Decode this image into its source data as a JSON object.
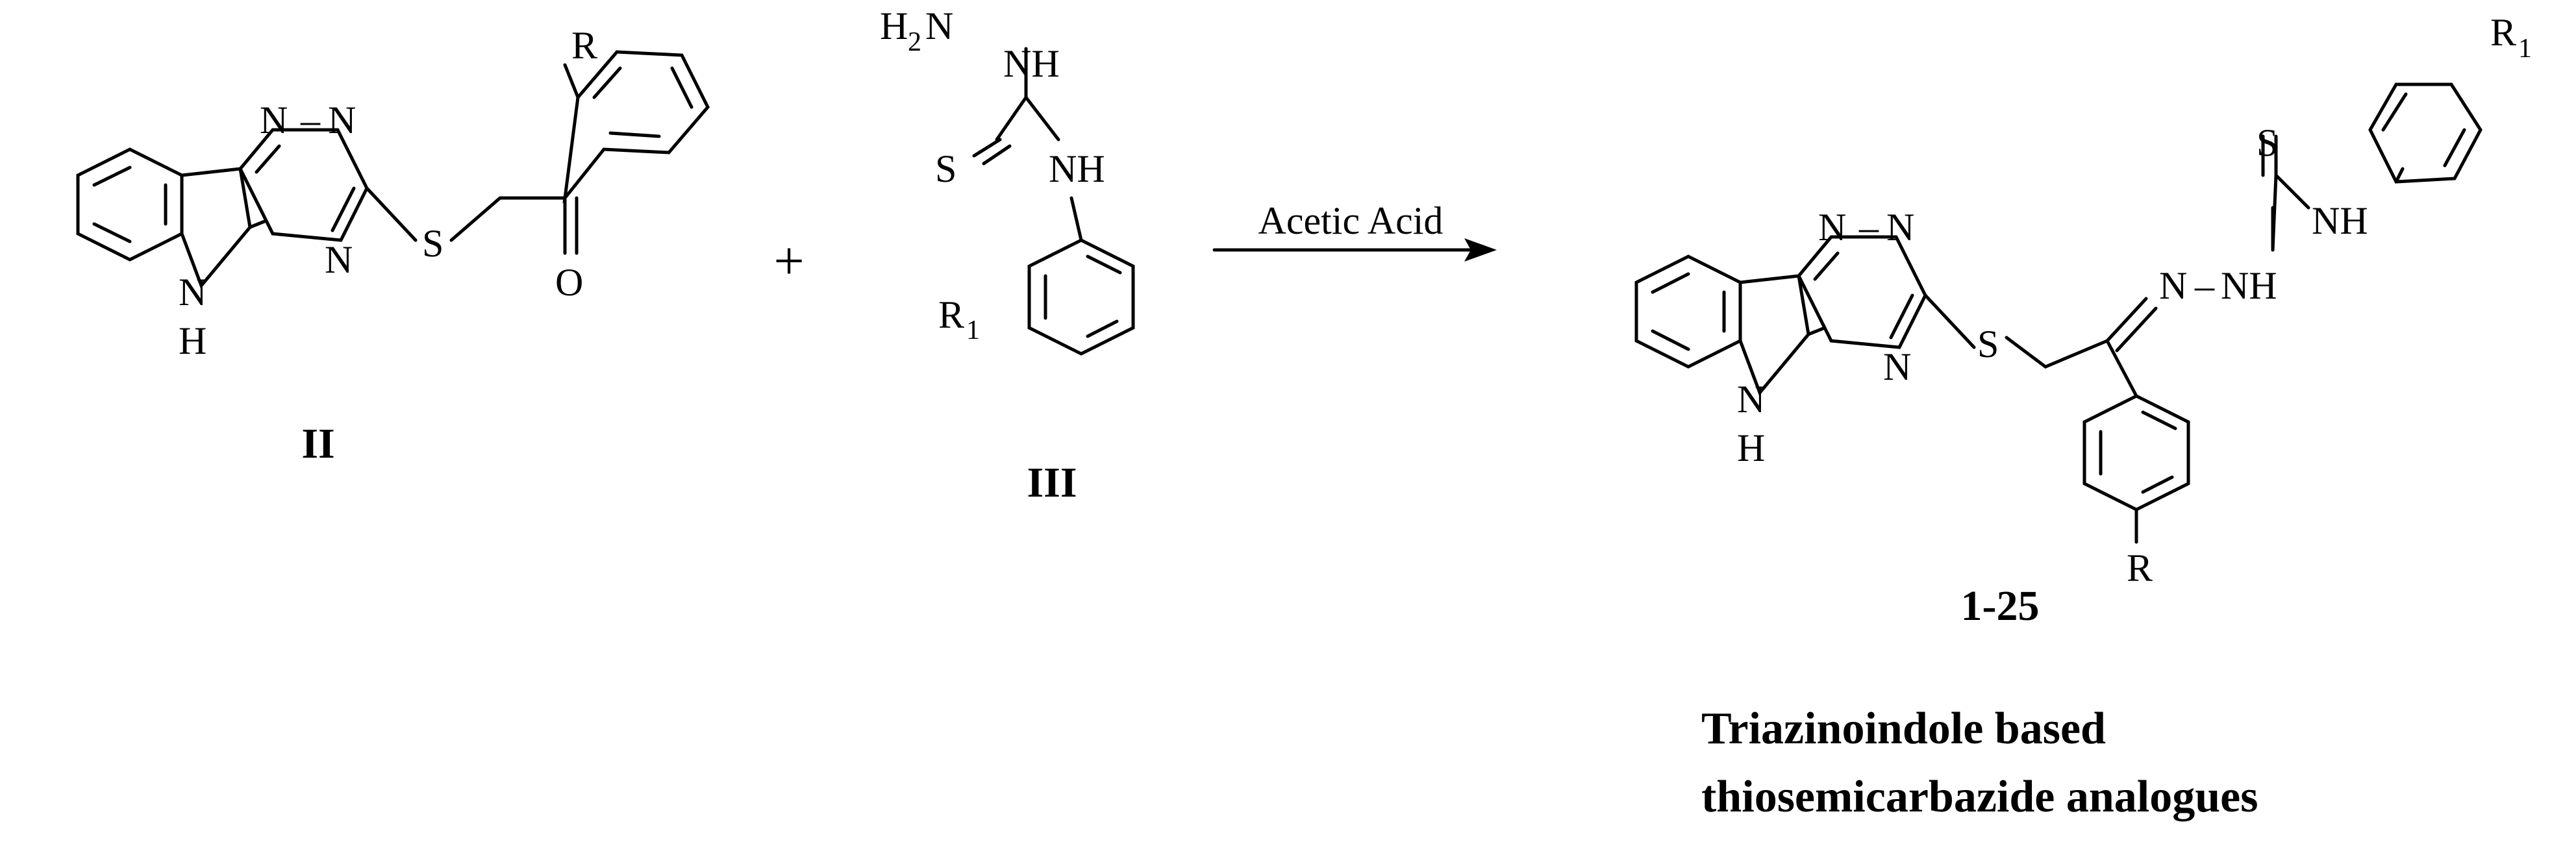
{
  "compounds": {
    "II": {
      "label": "II",
      "substituent": "R"
    },
    "III": {
      "label": "III",
      "substituent": "R1"
    },
    "product": {
      "label": "1-25",
      "substituent_r": "R",
      "substituent_r1": "R1"
    }
  },
  "reagents": {
    "plus": "+",
    "condition": "Acetic Acid"
  },
  "caption": {
    "line1": "Triazinoindole based",
    "line2": "thiosemicarbazide analogues"
  },
  "atoms": {
    "n": "N",
    "nh": "NH",
    "h": "H",
    "s": "S",
    "o": "O",
    "r": "R",
    "r1_main": "R",
    "r1_sub": "1",
    "h2n_h": "H",
    "h2n_2": "2",
    "h2n_n": "N",
    "dash": "–"
  },
  "colors": {
    "ink": "#000000",
    "background": "#ffffff"
  }
}
